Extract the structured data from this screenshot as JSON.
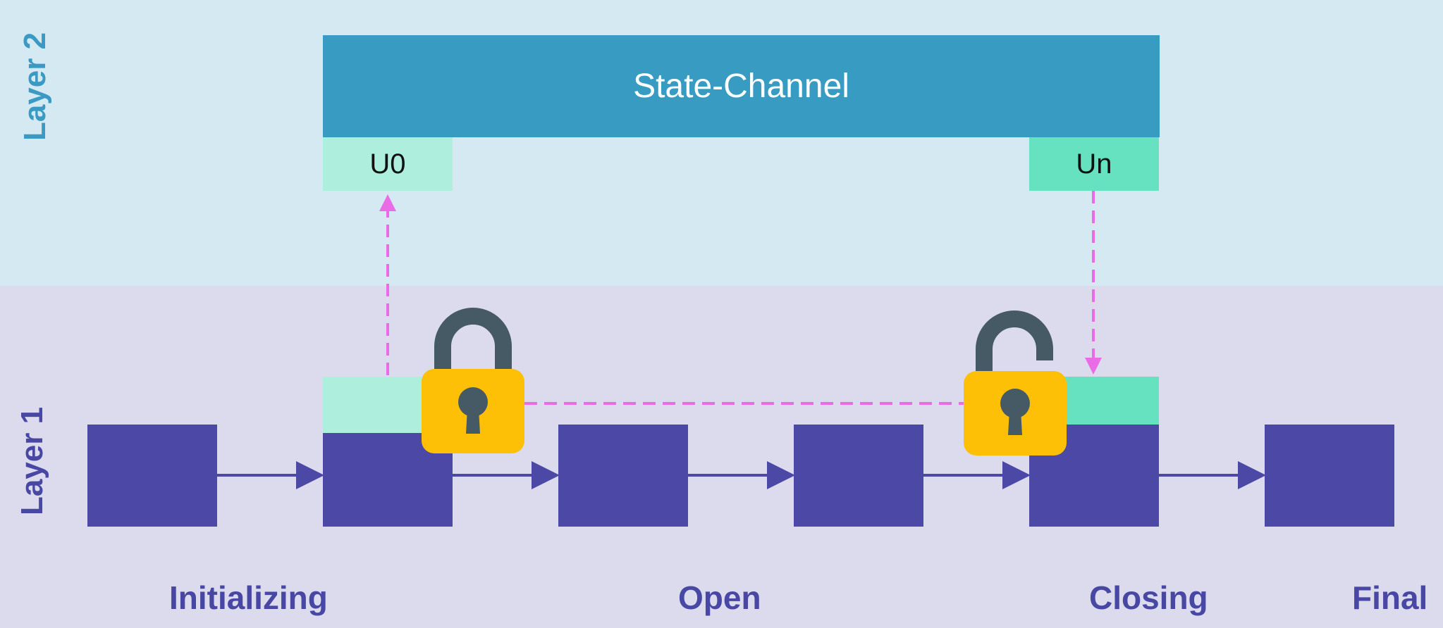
{
  "diagram": {
    "layer2_label": "Layer 2",
    "layer1_label": "Layer 1",
    "channel_label": "State-Channel",
    "open_state_label": "U0",
    "close_state_label": "Un",
    "phases": {
      "initializing": "Initializing",
      "open": "Open",
      "closing": "Closing",
      "final": "Final"
    },
    "block_count": 6
  },
  "colors": {
    "layer2_bg": "#d5e9f2",
    "layer1_bg": "#dcdbee",
    "layer2_text": "#3a9ac3",
    "layer1_text": "#4848a4",
    "channel": "#379bc2",
    "state_open": "#adeedd",
    "state_close": "#67e2c0",
    "block": "#4b48a6",
    "arrow": "#4b48a6",
    "dashed_link": "#ea6be6",
    "lock_body": "#fdc007",
    "lock_shackle": "#455a64"
  },
  "icons": [
    "lock-closed-icon",
    "lock-open-icon"
  ]
}
